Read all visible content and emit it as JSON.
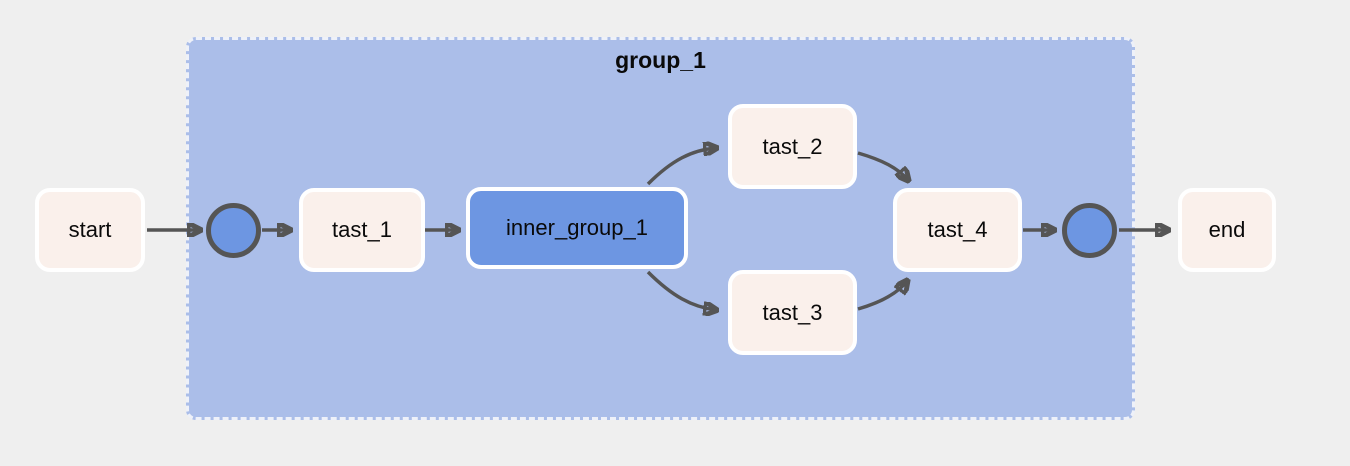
{
  "diagram": {
    "group": {
      "label": "group_1"
    },
    "nodes": {
      "start": {
        "label": "start",
        "kind": "task"
      },
      "junction_in": {
        "label": "",
        "kind": "junction"
      },
      "tast_1": {
        "label": "tast_1",
        "kind": "task"
      },
      "inner_group_1": {
        "label": "inner_group_1",
        "kind": "group-node"
      },
      "tast_2": {
        "label": "tast_2",
        "kind": "task"
      },
      "tast_3": {
        "label": "tast_3",
        "kind": "task"
      },
      "tast_4": {
        "label": "tast_4",
        "kind": "task"
      },
      "junction_out": {
        "label": "",
        "kind": "junction"
      },
      "end": {
        "label": "end",
        "kind": "task"
      }
    },
    "edges": [
      {
        "from": "start",
        "to": "junction_in"
      },
      {
        "from": "junction_in",
        "to": "tast_1"
      },
      {
        "from": "tast_1",
        "to": "inner_group_1"
      },
      {
        "from": "inner_group_1",
        "to": "tast_2"
      },
      {
        "from": "inner_group_1",
        "to": "tast_3"
      },
      {
        "from": "tast_2",
        "to": "tast_4"
      },
      {
        "from": "tast_3",
        "to": "tast_4"
      },
      {
        "from": "tast_4",
        "to": "junction_out"
      },
      {
        "from": "junction_out",
        "to": "end"
      }
    ],
    "colors": {
      "page_bg": "#efefef",
      "group_fill": "#abbee9",
      "group_border": "#eef1f9",
      "task_fill": "#faf0eb",
      "task_border": "#ffffff",
      "blue_fill": "#6d96e2",
      "edge": "#555555",
      "text": "#0a0a0a"
    }
  }
}
